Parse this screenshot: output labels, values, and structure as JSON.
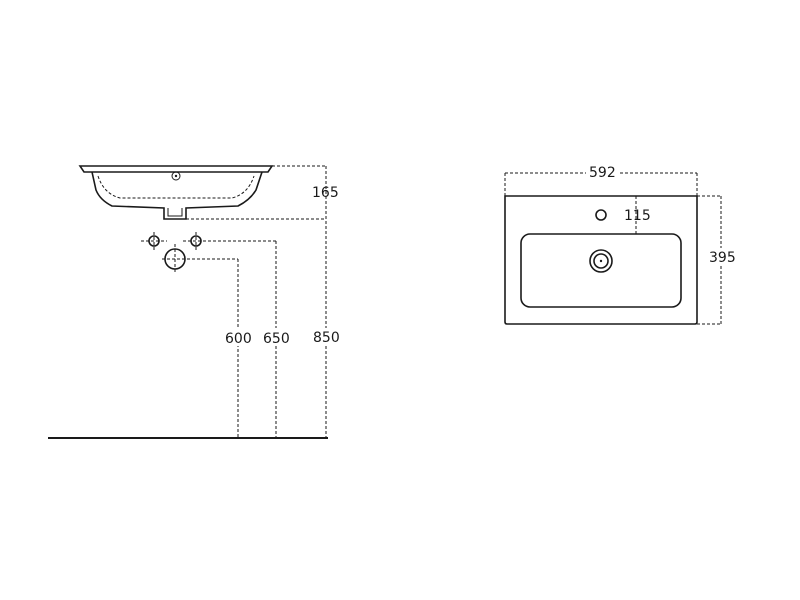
{
  "side_view": {
    "dim_height_basin": "165",
    "dim_waste": "600",
    "dim_supply": "650",
    "dim_overall": "850"
  },
  "top_view": {
    "dim_width": "592",
    "dim_tap_hole": "115",
    "dim_depth": "395"
  }
}
